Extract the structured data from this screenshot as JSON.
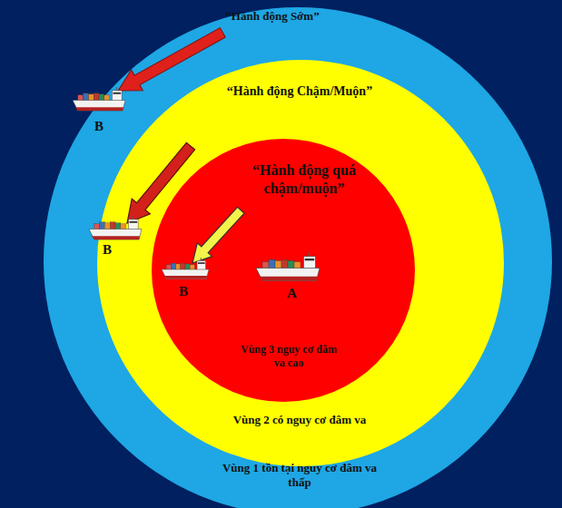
{
  "diagram": {
    "nodes": [
      {
        "text": [
          "“Hành động Sớm”",
          "Vùng 1 tồn tại nguy cơ đâm va thấp"
        ]
      },
      {
        "text": [
          "“Hành động Chậm/Muộn”",
          "Vùng 2 có nguy cơ đâm va"
        ],
        "in": 0
      },
      {
        "text": [
          "“Hành động quá chậm/muộn”",
          "Vùng 3 nguy cơ đâm va cao"
        ],
        "in": 1
      }
    ],
    "labels": [
      "B",
      "B",
      "B",
      "A"
    ]
  }
}
